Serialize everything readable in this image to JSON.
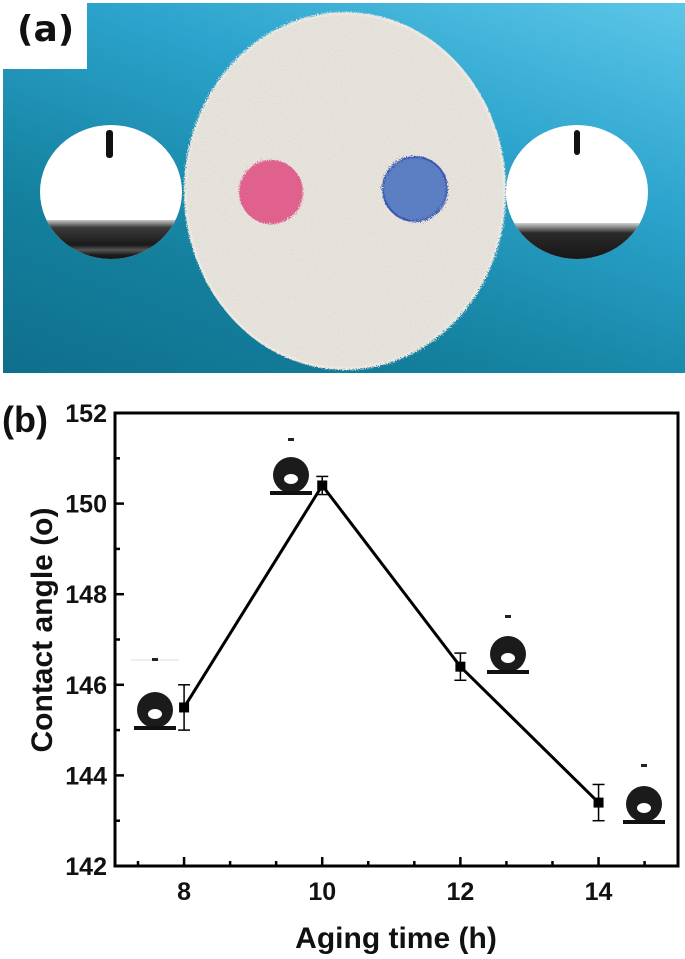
{
  "panel_a": {
    "label": "(a)",
    "background_colors": {
      "light": "#5cc6e8",
      "dark": "#0f6f8c"
    },
    "disk_color": "#ece8e1",
    "spots": [
      {
        "name": "pink-droplet",
        "color": "#e0608e"
      },
      {
        "name": "blue-droplet",
        "color": "#5b7fc4"
      }
    ],
    "insets": [
      {
        "name": "left-contact-angle-inset"
      },
      {
        "name": "right-contact-angle-inset"
      }
    ]
  },
  "panel_b": {
    "label": "(b)"
  },
  "chart_data": {
    "type": "line",
    "title": "",
    "xlabel": "Aging time (h)",
    "ylabel": "Contact angle (o)",
    "x": [
      8,
      10,
      12,
      14
    ],
    "series": [
      {
        "name": "Contact angle",
        "values": [
          145.5,
          150.4,
          146.4,
          143.4
        ],
        "error": [
          0.5,
          0.2,
          0.3,
          0.4
        ],
        "marker": "square",
        "color": "#000000"
      }
    ],
    "xlim": [
      7.0,
      15.15
    ],
    "ylim": [
      142,
      152
    ],
    "x_ticks": [
      "8",
      "10",
      "12",
      "14"
    ],
    "y_ticks": [
      "142",
      "144",
      "146",
      "148",
      "150",
      "152"
    ],
    "grid": false,
    "legend": null,
    "annotations": [
      "water droplet inset images beside each data point"
    ]
  }
}
